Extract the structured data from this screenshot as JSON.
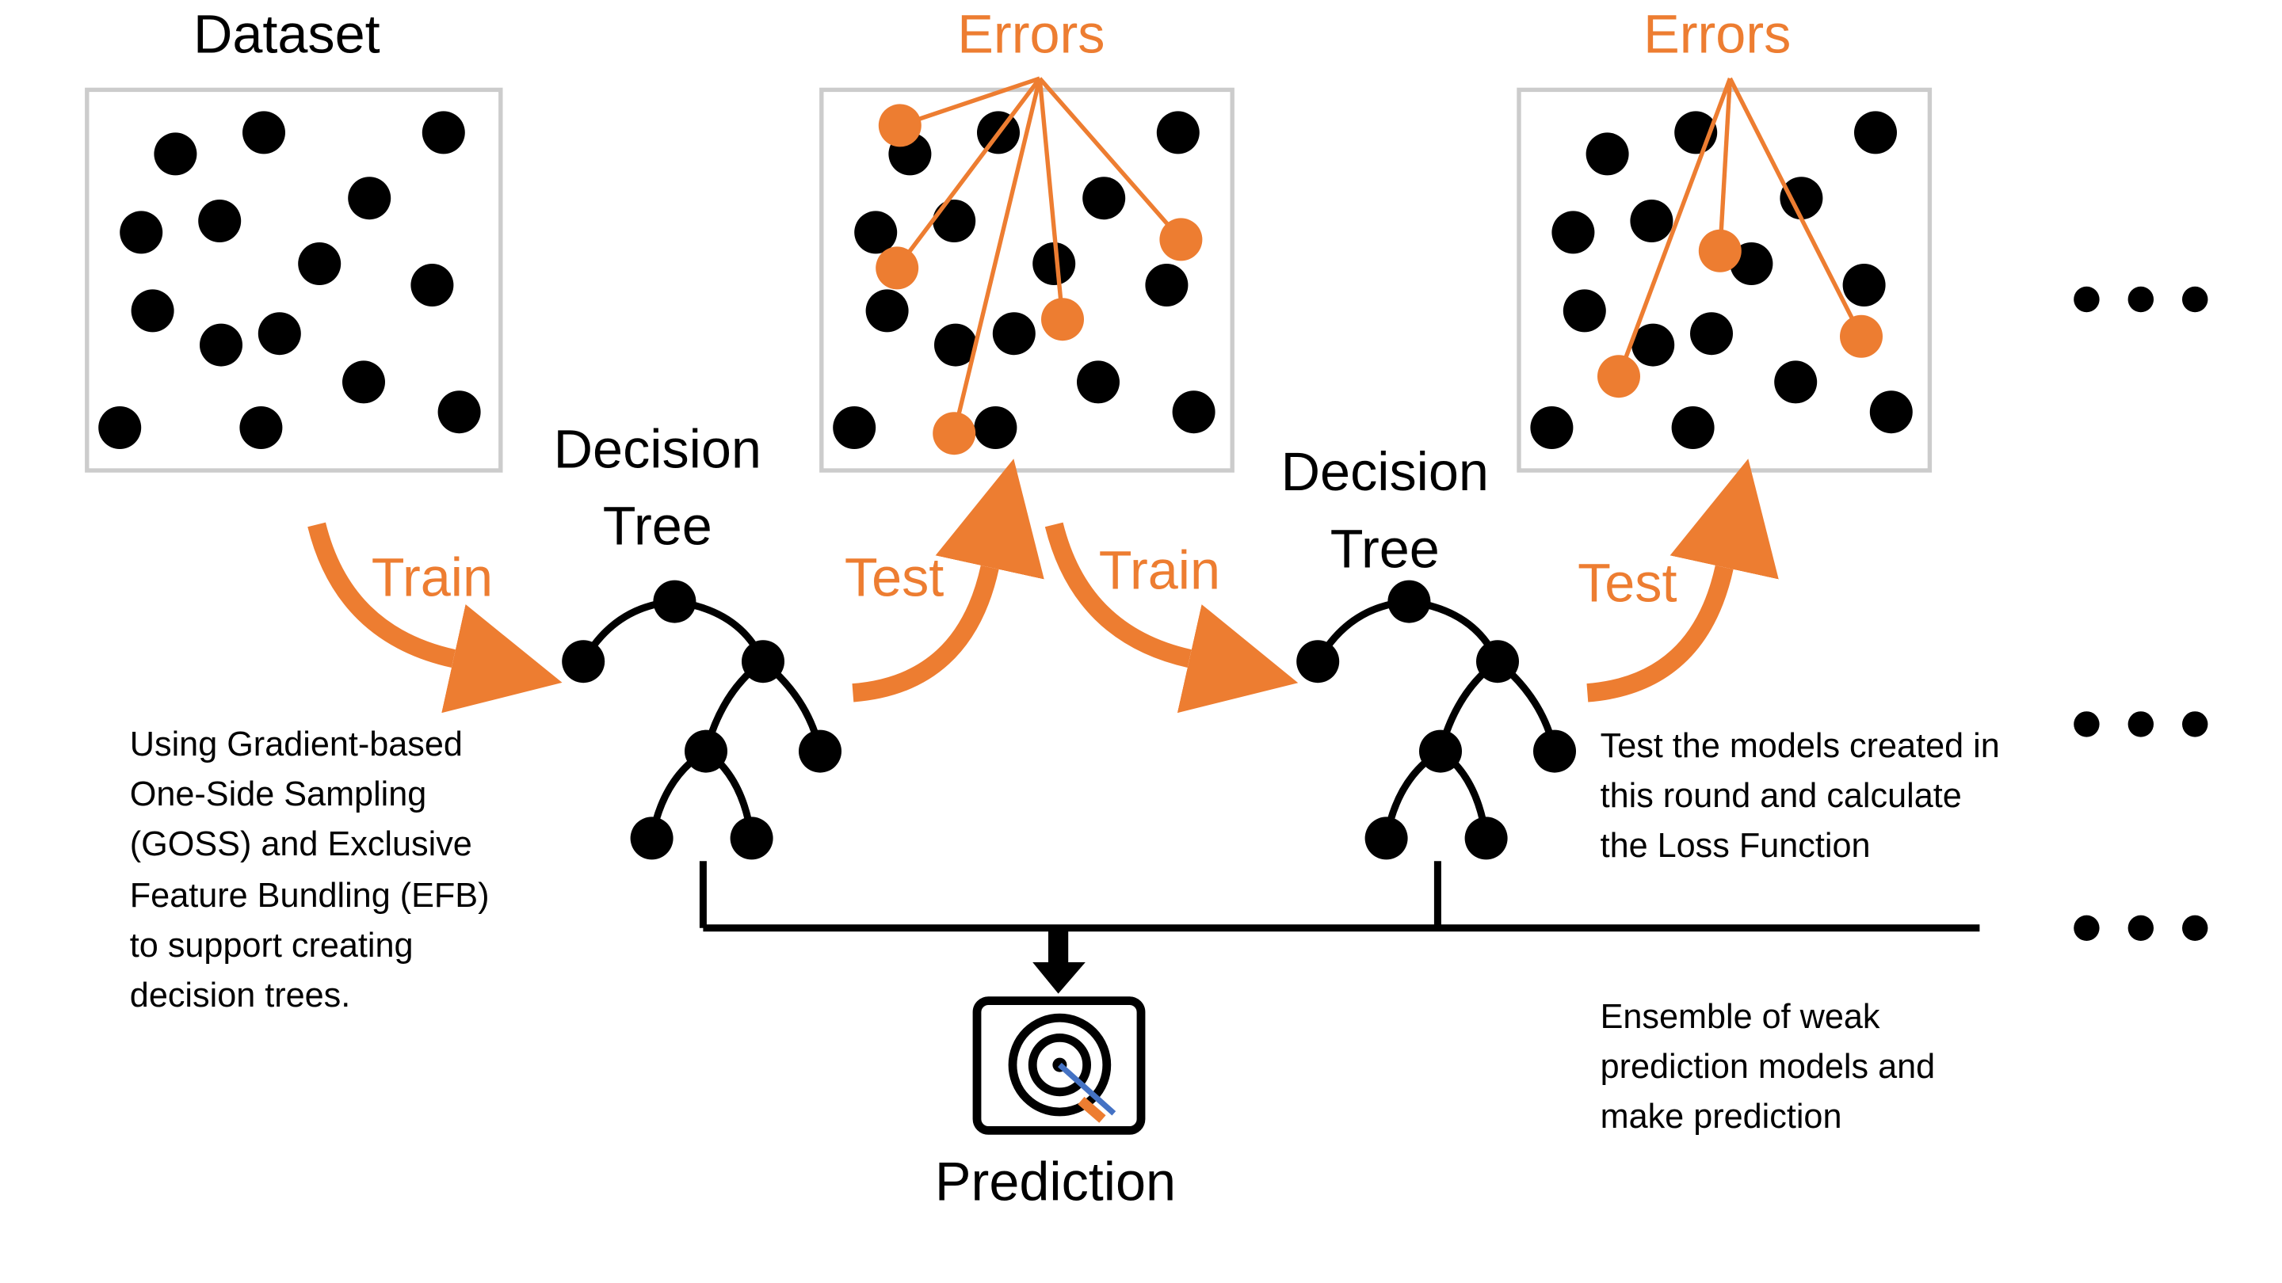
{
  "titles": {
    "dataset": "Dataset",
    "errors_1": "Errors",
    "errors_2": "Errors",
    "prediction": "Prediction"
  },
  "labels": {
    "train_1": "Train",
    "test_1": "Test",
    "train_2": "Train",
    "test_2": "Test",
    "tree_1_line1": "Decision",
    "tree_1_line2": "Tree",
    "tree_2_line1": "Decision",
    "tree_2_line2": "Tree"
  },
  "notes": {
    "goss_efb": [
      "Using Gradient-based",
      "One-Side Sampling",
      "(GOSS) and Exclusive",
      "Feature Bundling (EFB)",
      "to support creating",
      "decision trees."
    ],
    "loss": [
      "Test the models created in",
      "this round and calculate",
      "the Loss Function"
    ],
    "ensemble": [
      "Ensemble of weak",
      "prediction models and",
      "make prediction"
    ]
  },
  "icons": [
    "target-icon",
    "dart-icon",
    "ellipsis-icon"
  ],
  "colors": {
    "accent": "#ED7D31",
    "dot": "#000000",
    "box_border": "#CCCCCC",
    "dart": "#4472C4"
  }
}
